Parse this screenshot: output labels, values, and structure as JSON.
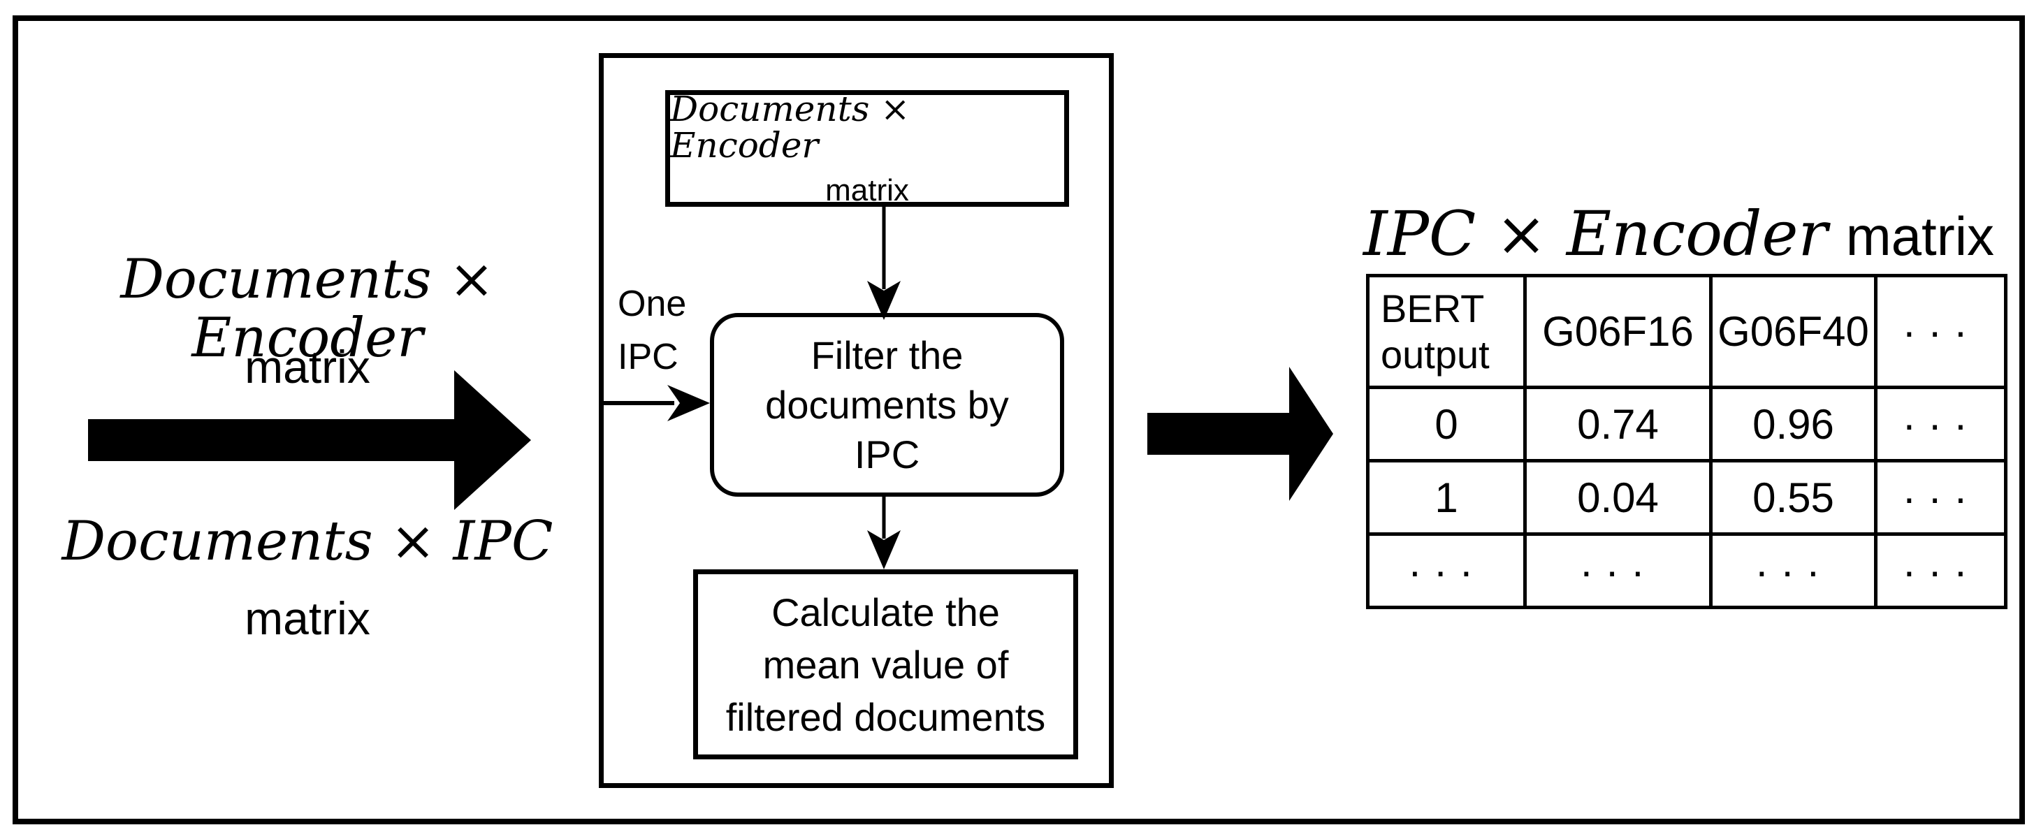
{
  "colors": {
    "ink": "#000000",
    "paper": "#ffffff"
  },
  "left_inputs": {
    "encoder_matrix_label": {
      "math": "Documents × Encoder",
      "suffix": "matrix"
    },
    "ipc_matrix_label": {
      "math": "Documents × IPC",
      "suffix": "matrix"
    }
  },
  "process_panel": {
    "input_box": {
      "math": "Documents × Encoder",
      "suffix": "matrix"
    },
    "one_ipc": {
      "line1": "One",
      "line2": "IPC"
    },
    "filter_step": {
      "line1": "Filter the",
      "line2": "documents by",
      "line3": "IPC"
    },
    "mean_step": {
      "line1": "Calculate the",
      "line2": "mean value of",
      "line3": "filtered documents"
    }
  },
  "output": {
    "title": {
      "math": "IPC × Encoder",
      "suffix": "matrix"
    },
    "table": {
      "columns": [
        "BERT output",
        "G06F16",
        "G06F40",
        "···"
      ],
      "rows": [
        [
          "0",
          "0.74",
          "0.96",
          "···"
        ],
        [
          "1",
          "0.04",
          "0.55",
          "···"
        ],
        [
          "···",
          "···",
          "···",
          "···"
        ]
      ]
    }
  }
}
